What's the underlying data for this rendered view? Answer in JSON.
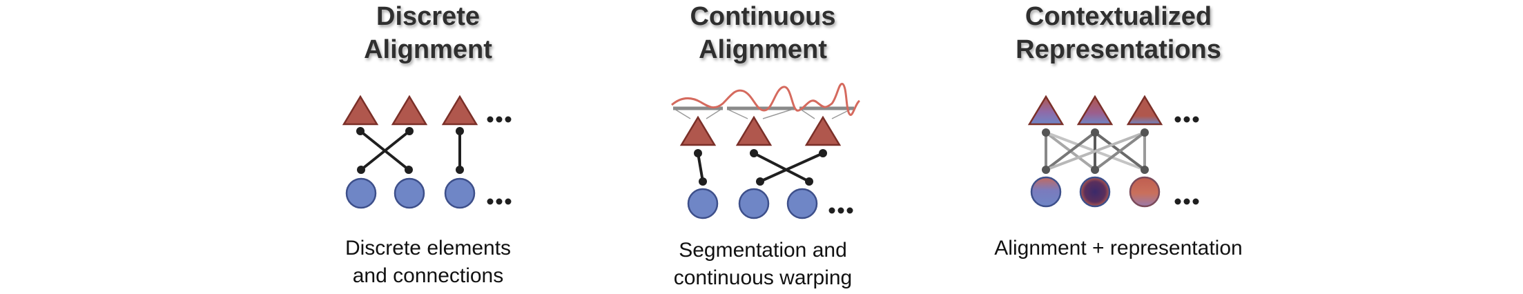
{
  "panels": [
    {
      "title_line1": "Discrete",
      "title_line2": "Alignment",
      "caption_line1": "Discrete elements",
      "caption_line2": "and connections"
    },
    {
      "title_line1": "Continuous",
      "title_line2": "Alignment",
      "caption_line1": "Segmentation and",
      "caption_line2": "continuous warping"
    },
    {
      "title_line1": "Contextualized",
      "title_line2": "Representations",
      "caption_line1": "Alignment + representation",
      "caption_line2": ""
    }
  ],
  "colors": {
    "triangle": "#b0574d",
    "triangle_stroke": "#7a2f28",
    "circle": "#6f86c6",
    "circle_stroke": "#3d4f8a",
    "wave": "#d56a5e",
    "line": "#1f1f1f"
  }
}
